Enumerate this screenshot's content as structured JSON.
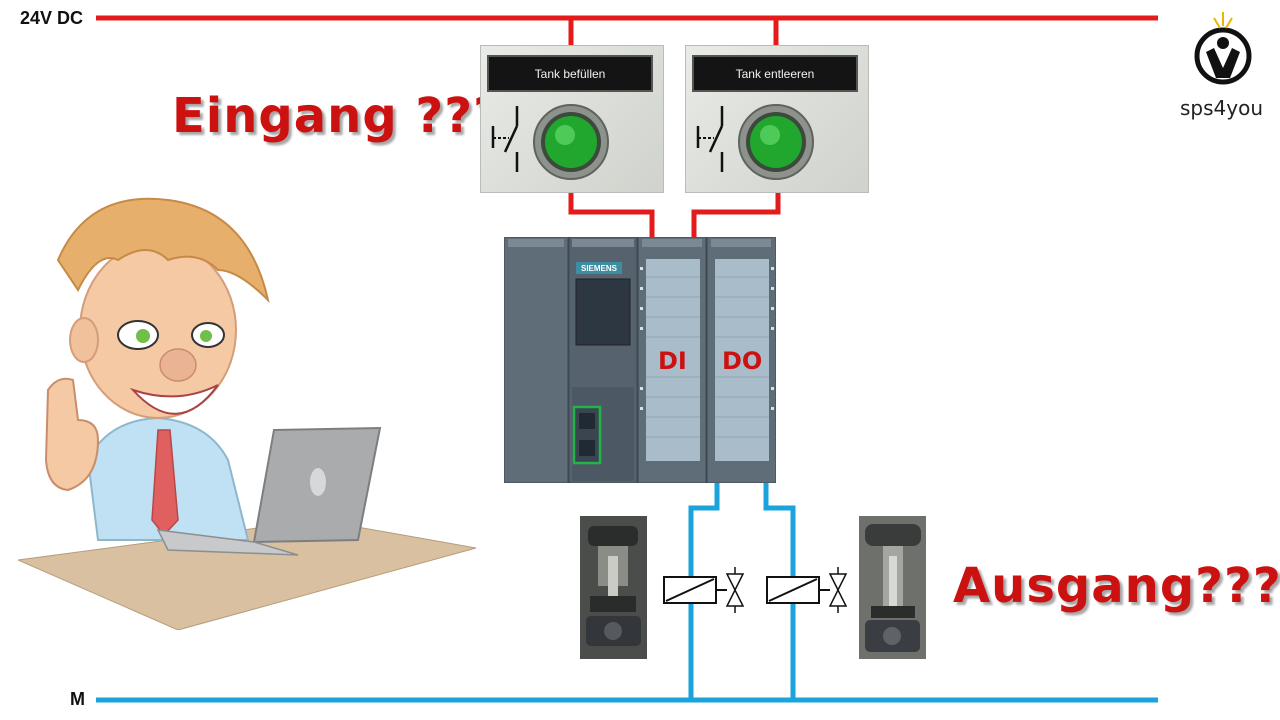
{
  "rails": {
    "top_label": "24V DC",
    "bottom_label": "M"
  },
  "titles": {
    "input": "Eingang ???",
    "output": "Ausgang???"
  },
  "panels": [
    {
      "label": "Tank befüllen"
    },
    {
      "label": "Tank entleeren"
    }
  ],
  "plc": {
    "brand": "SIEMENS",
    "di_label": "DI",
    "do_label": "DO"
  },
  "logo": {
    "text": "sps4you"
  },
  "colors": {
    "supply": "#e31b1b",
    "ground": "#1aa3dc",
    "title": "#cc1111",
    "plc_body": "#5f6d79"
  }
}
